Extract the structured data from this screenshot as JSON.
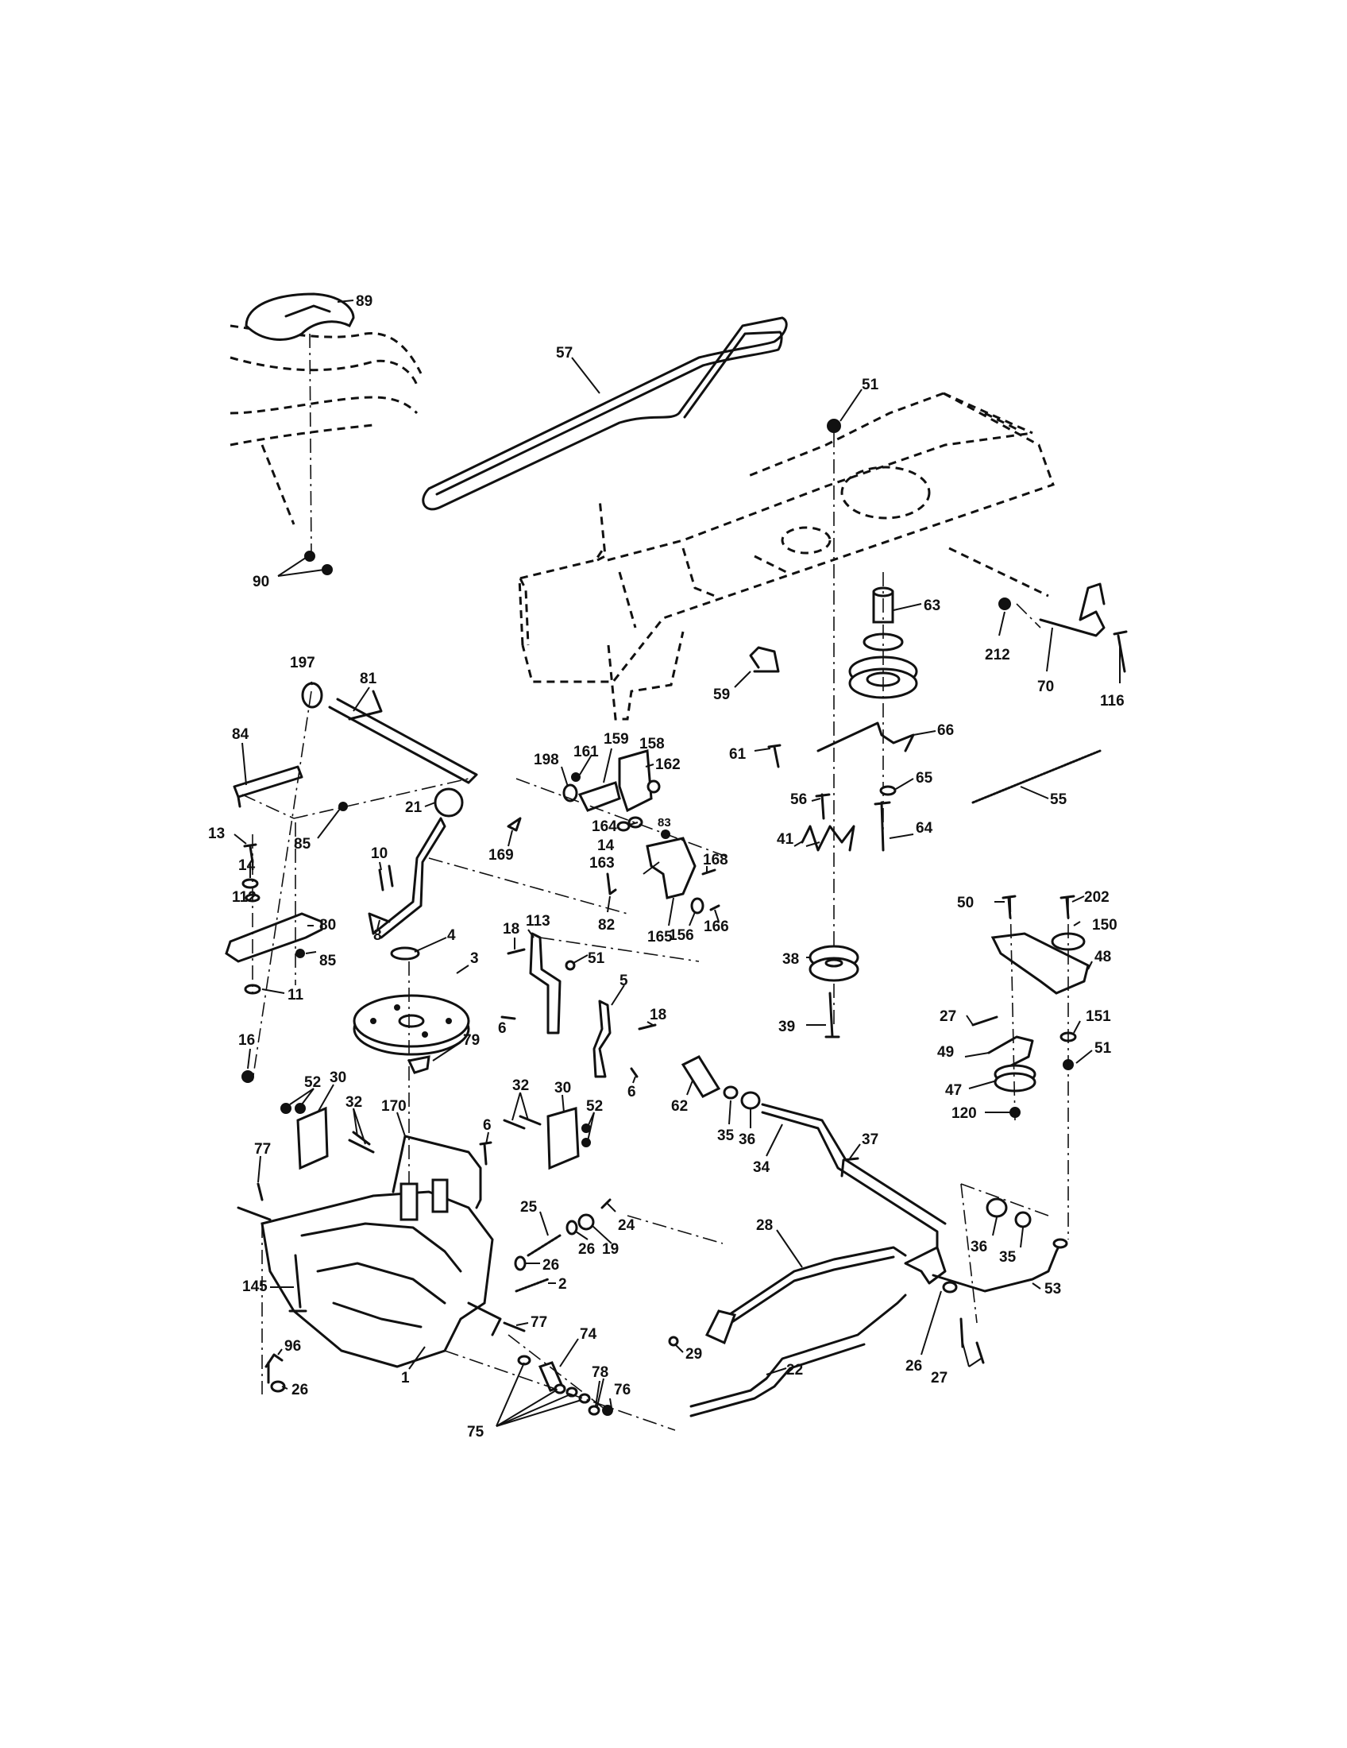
{
  "diagram": {
    "callouts": [
      {
        "id": "57",
        "text": "57"
      },
      {
        "id": "89",
        "text": "89"
      },
      {
        "id": "51",
        "text": "51"
      },
      {
        "id": "90",
        "text": "90"
      },
      {
        "id": "63",
        "text": "63"
      },
      {
        "id": "212",
        "text": "212"
      },
      {
        "id": "70",
        "text": "70"
      },
      {
        "id": "116",
        "text": "116"
      },
      {
        "id": "197",
        "text": "197"
      },
      {
        "id": "81",
        "text": "81"
      },
      {
        "id": "59",
        "text": "59"
      },
      {
        "id": "66",
        "text": "66"
      },
      {
        "id": "84",
        "text": "84"
      },
      {
        "id": "198",
        "text": "198"
      },
      {
        "id": "161",
        "text": "161"
      },
      {
        "id": "159",
        "text": "159"
      },
      {
        "id": "158",
        "text": "158"
      },
      {
        "id": "61",
        "text": "61"
      },
      {
        "id": "162",
        "text": "162"
      },
      {
        "id": "56",
        "text": "56"
      },
      {
        "id": "65",
        "text": "65"
      },
      {
        "id": "55",
        "text": "55"
      },
      {
        "id": "21",
        "text": "21"
      },
      {
        "id": "85a",
        "text": "85"
      },
      {
        "id": "169",
        "text": "169"
      },
      {
        "id": "164",
        "text": "164"
      },
      {
        "id": "83",
        "text": "83"
      },
      {
        "id": "64",
        "text": "64"
      },
      {
        "id": "10",
        "text": "10"
      },
      {
        "id": "14a",
        "text": "14"
      },
      {
        "id": "13",
        "text": "13"
      },
      {
        "id": "41",
        "text": "41"
      },
      {
        "id": "163",
        "text": "163"
      },
      {
        "id": "14b",
        "text": "14"
      },
      {
        "id": "168",
        "text": "168"
      },
      {
        "id": "112",
        "text": "112"
      },
      {
        "id": "80",
        "text": "80"
      },
      {
        "id": "8",
        "text": "8"
      },
      {
        "id": "82",
        "text": "82"
      },
      {
        "id": "18a",
        "text": "18"
      },
      {
        "id": "113",
        "text": "113"
      },
      {
        "id": "166",
        "text": "166"
      },
      {
        "id": "50",
        "text": "50"
      },
      {
        "id": "202",
        "text": "202"
      },
      {
        "id": "150",
        "text": "150"
      },
      {
        "id": "4",
        "text": "4"
      },
      {
        "id": "165",
        "text": "165"
      },
      {
        "id": "156",
        "text": "156"
      },
      {
        "id": "85b",
        "text": "85"
      },
      {
        "id": "38",
        "text": "38"
      },
      {
        "id": "48",
        "text": "48"
      },
      {
        "id": "3",
        "text": "3"
      },
      {
        "id": "51b",
        "text": "51"
      },
      {
        "id": "11",
        "text": "11"
      },
      {
        "id": "5",
        "text": "5"
      },
      {
        "id": "27a",
        "text": "27"
      },
      {
        "id": "6a",
        "text": "6"
      },
      {
        "id": "18b",
        "text": "18"
      },
      {
        "id": "39",
        "text": "39"
      },
      {
        "id": "151",
        "text": "151"
      },
      {
        "id": "16",
        "text": "16"
      },
      {
        "id": "79",
        "text": "79"
      },
      {
        "id": "49",
        "text": "49"
      },
      {
        "id": "51c",
        "text": "51"
      },
      {
        "id": "6b",
        "text": "6"
      },
      {
        "id": "47",
        "text": "47"
      },
      {
        "id": "52a",
        "text": "52"
      },
      {
        "id": "30a",
        "text": "30"
      },
      {
        "id": "32a",
        "text": "32"
      },
      {
        "id": "30b",
        "text": "30"
      },
      {
        "id": "32b",
        "text": "32"
      },
      {
        "id": "170",
        "text": "170"
      },
      {
        "id": "52b",
        "text": "52"
      },
      {
        "id": "62",
        "text": "62"
      },
      {
        "id": "120",
        "text": "120"
      },
      {
        "id": "6c",
        "text": "6"
      },
      {
        "id": "35a",
        "text": "35"
      },
      {
        "id": "36a",
        "text": "36"
      },
      {
        "id": "37",
        "text": "37"
      },
      {
        "id": "77a",
        "text": "77"
      },
      {
        "id": "34",
        "text": "34"
      },
      {
        "id": "25",
        "text": "25"
      },
      {
        "id": "24",
        "text": "24"
      },
      {
        "id": "28",
        "text": "28"
      },
      {
        "id": "26a",
        "text": "26"
      },
      {
        "id": "19",
        "text": "19"
      },
      {
        "id": "36b",
        "text": "36"
      },
      {
        "id": "35b",
        "text": "35"
      },
      {
        "id": "26b",
        "text": "26"
      },
      {
        "id": "2",
        "text": "2"
      },
      {
        "id": "145",
        "text": "145"
      },
      {
        "id": "53",
        "text": "53"
      },
      {
        "id": "77b",
        "text": "77"
      },
      {
        "id": "29",
        "text": "29"
      },
      {
        "id": "96",
        "text": "96"
      },
      {
        "id": "74",
        "text": "74"
      },
      {
        "id": "1",
        "text": "1"
      },
      {
        "id": "22",
        "text": "22"
      },
      {
        "id": "26c",
        "text": "26"
      },
      {
        "id": "27b",
        "text": "27"
      },
      {
        "id": "78",
        "text": "78"
      },
      {
        "id": "26d",
        "text": "26"
      },
      {
        "id": "76",
        "text": "76"
      },
      {
        "id": "75",
        "text": "75"
      }
    ]
  }
}
